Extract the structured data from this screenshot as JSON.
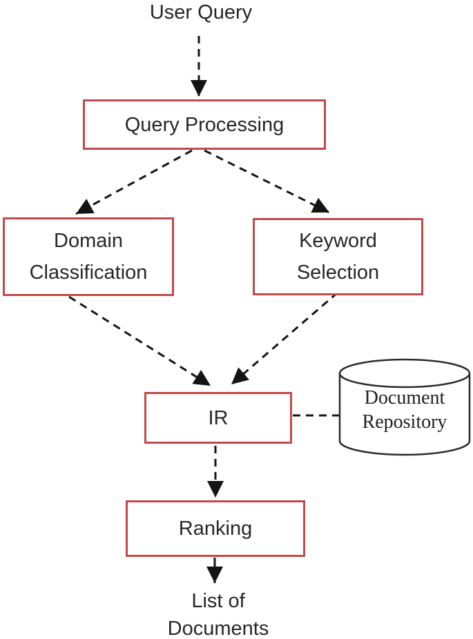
{
  "diagram": {
    "description": "Information retrieval system flowchart",
    "nodes": {
      "user_query": {
        "label": "User Query"
      },
      "query_processing": {
        "label": "Query Processing"
      },
      "domain_classification": {
        "line1": "Domain",
        "line2": "Classification"
      },
      "keyword_selection": {
        "line1": "Keyword",
        "line2": "Selection"
      },
      "ir": {
        "label": "IR"
      },
      "document_repository": {
        "line1": "Document",
        "line2": "Repository"
      },
      "ranking": {
        "label": "Ranking"
      },
      "list_of_documents": {
        "line1": "List of",
        "line2": "Documents"
      }
    },
    "edges": [
      {
        "from": "user_query",
        "to": "query_processing",
        "style": "dashed-arrow"
      },
      {
        "from": "query_processing",
        "to": "domain_classification",
        "style": "dashed-arrow"
      },
      {
        "from": "query_processing",
        "to": "keyword_selection",
        "style": "dashed-arrow"
      },
      {
        "from": "domain_classification",
        "to": "ir",
        "style": "dashed-arrow"
      },
      {
        "from": "keyword_selection",
        "to": "ir",
        "style": "dashed-arrow"
      },
      {
        "from": "ir",
        "to": "document_repository",
        "style": "dashed-line"
      },
      {
        "from": "ir",
        "to": "ranking",
        "style": "dashed-arrow"
      },
      {
        "from": "ranking",
        "to": "list_of_documents",
        "style": "solid-arrow"
      }
    ],
    "colors": {
      "box_border": "#c14949",
      "connector": "#141414",
      "cylinder_stroke": "#2b2b2b",
      "text": "#262626",
      "background": "#ffffff"
    }
  }
}
